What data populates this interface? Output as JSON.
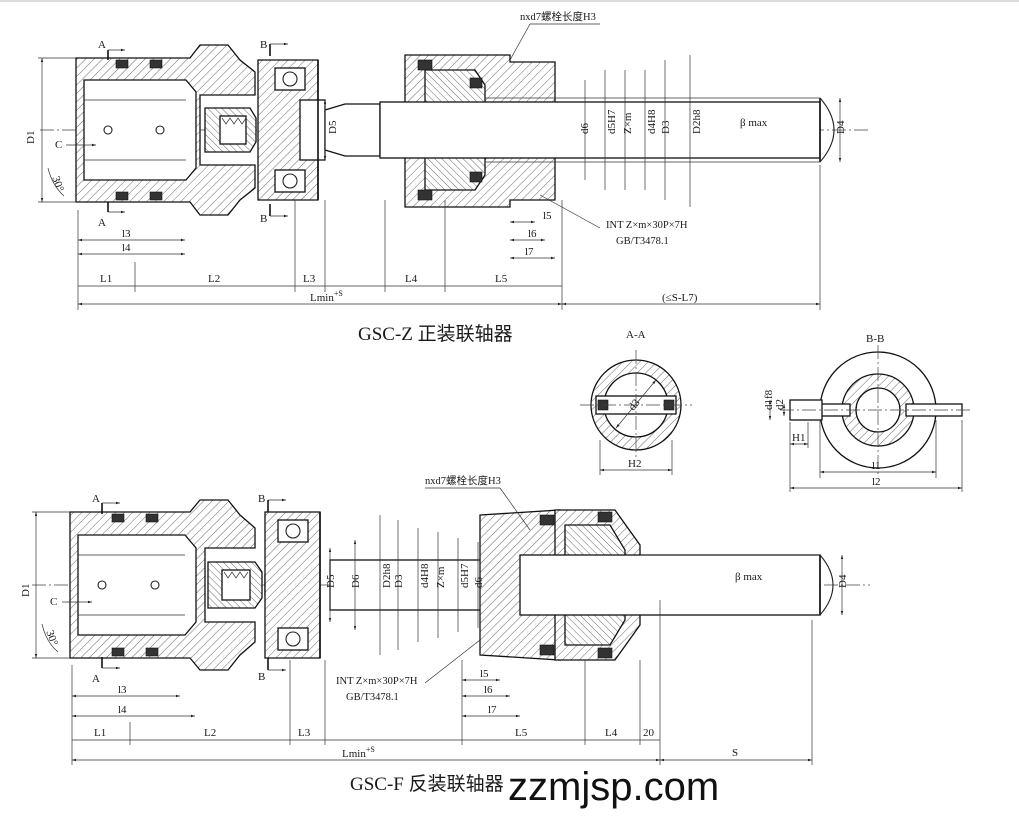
{
  "top_view": {
    "caption": "GSC-Z 正装联轴器",
    "bolt_note": "nxd7螺栓长度H3",
    "spline_note_1": "INT Z×m×30P×7H",
    "spline_note_2": "GB/T3478.1",
    "section_a": "A",
    "section_b": "B",
    "label_c": "C",
    "angle": "30°",
    "vertical_dims": [
      "D1",
      "D5",
      "d6",
      "d5H7",
      "Z×m",
      "d4H8",
      "D3",
      "D2h8",
      "D4"
    ],
    "beta": "β max",
    "small_dims": [
      "l3",
      "l4",
      "l5",
      "l6",
      "l7"
    ],
    "length_dims": [
      "L1",
      "L2",
      "L3",
      "L4",
      "L5"
    ],
    "lmin": "Lmin",
    "lmin_sup": "+S",
    "rest": "(≤S-L7)"
  },
  "bottom_view": {
    "caption": "GSC-F 反装联轴器",
    "bolt_note": "nxd7螺栓长度H3",
    "spline_note_1": "INT Z×m×30P×7H",
    "spline_note_2": "GB/T3478.1",
    "section_a": "A",
    "section_b": "B",
    "label_c": "C",
    "angle": "30°",
    "vertical_dims": [
      "D1",
      "D5",
      "D6",
      "D2h8",
      "D3",
      "d4H8",
      "Z×m",
      "d5H7",
      "d6",
      "D4"
    ],
    "beta": "β max",
    "small_dims": [
      "l3",
      "l4",
      "l5",
      "l6",
      "l7"
    ],
    "length_dims": [
      "L1",
      "L2",
      "L3",
      "L5",
      "L4",
      "20",
      "S"
    ],
    "lmin": "Lmin",
    "lmin_sup": "+S"
  },
  "section_aa": {
    "title": "A-A",
    "d3": "d3",
    "h2": "H2"
  },
  "section_bb": {
    "title": "B-B",
    "d1f8": "d1f8",
    "d2": "d2",
    "h1": "H1",
    "l1": "l1",
    "l2": "l2"
  },
  "watermark": "zzmjsp.com"
}
